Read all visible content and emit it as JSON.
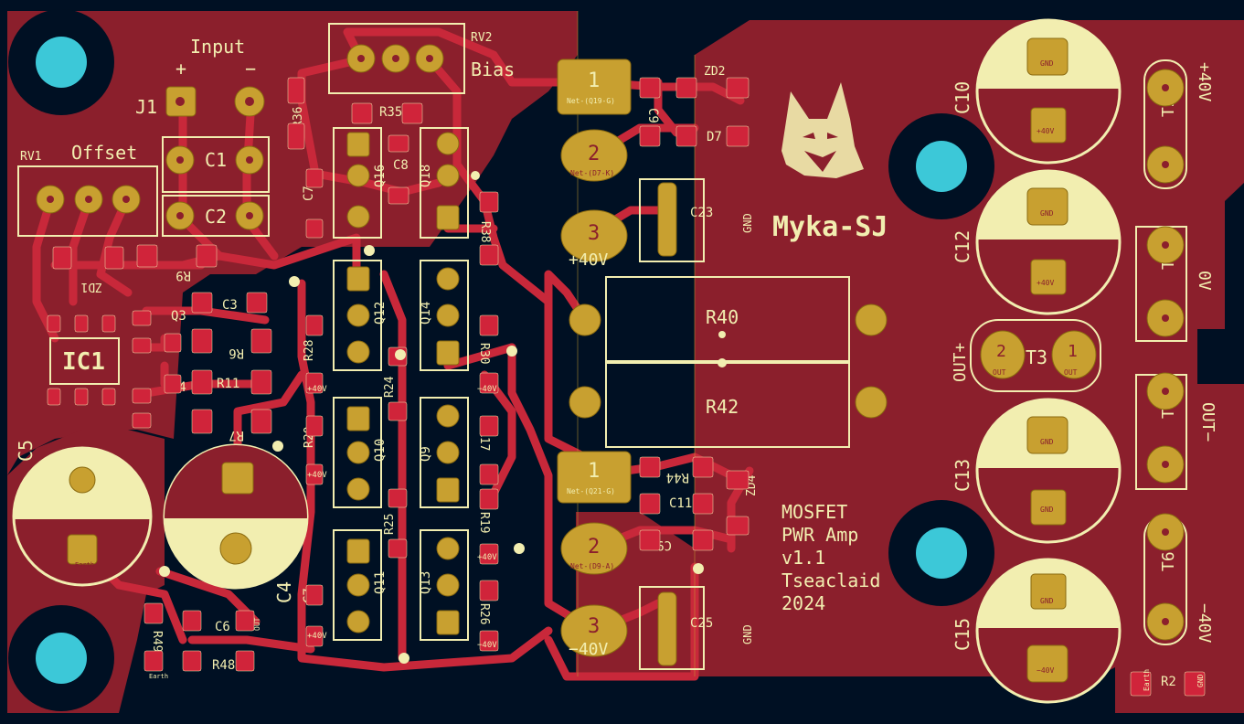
{
  "board": {
    "title": "Myka-SJ",
    "info_lines": [
      "MOSFET",
      "PWR Amp",
      "v1.1",
      "Tseaclaid",
      "2024"
    ],
    "colors": {
      "background": "#001023",
      "copper_fill": "#8b1f2c",
      "trace": "#c8283a",
      "pad_gold": "#c8a030",
      "silkscreen": "#f2eeb0",
      "drill": "#4dd0dc",
      "mounting_hole": "#3cc8d8"
    }
  },
  "labels": {
    "input": "Input",
    "plus": "+",
    "minus": "−",
    "offset": "Offset",
    "bias": "Bias",
    "rv1": "RV1",
    "rv2": "RV2",
    "j1": "J1",
    "c1": "C1",
    "c2": "C2",
    "c3": "C3",
    "c4": "C4",
    "c5": "C5",
    "c6": "C6",
    "c7a": "C7",
    "c7b": "C7",
    "c8": "C8",
    "c9a": "C9",
    "c9b": "C9",
    "c10": "C10",
    "c11": "C11",
    "c12": "C12",
    "c13": "C13",
    "c15": "C15",
    "c23": "C23",
    "c25": "C25",
    "q3": "Q3",
    "q4": "Q4",
    "q9": "Q9",
    "q10": "Q10",
    "q11": "Q11",
    "q12": "Q12",
    "q13": "Q13",
    "q14": "Q14",
    "q16": "Q16",
    "q18": "Q18",
    "r2": "R2",
    "r6": "R6",
    "r7": "R7",
    "r9": "R9",
    "r11": "R11",
    "r17": "R17",
    "r19": "R19",
    "r20": "R20",
    "r24": "R24",
    "r25": "R25",
    "r26": "R26",
    "r28": "R28",
    "r30": "R30",
    "r35": "R35",
    "r36": "R36",
    "r38": "R38",
    "r40": "R40",
    "r42": "R42",
    "r44": "R44",
    "r48": "R48",
    "r49": "R49",
    "zd1": "ZD1",
    "zd2": "ZD2",
    "zd4": "ZD4",
    "d7": "D7",
    "ic1": "IC1",
    "t3": "T3",
    "t4": "T4",
    "t5": "T5",
    "t6": "T6",
    "t7": "T7",
    "out_plus": "OUT+",
    "out_minus": "OUT−",
    "plus40v": "+40V",
    "zero_v": "0V",
    "minus40v": "−40V",
    "pad_net_q19": "Net-(Q19-G)",
    "pad_net_d7": "Net-(D7-K)",
    "pad_40v": "+40V",
    "pad_net_q21": "Net-(Q21-G)",
    "pad_net_d9": "Net-(D9-A)",
    "pad_m40v": "−40V",
    "pad_one": "1",
    "pad_two": "2",
    "pad_three": "3",
    "gnd": "GND",
    "earth": "Earth",
    "out": "OUT",
    "p40v_small": "+40V",
    "m40v_small": "−40V"
  }
}
